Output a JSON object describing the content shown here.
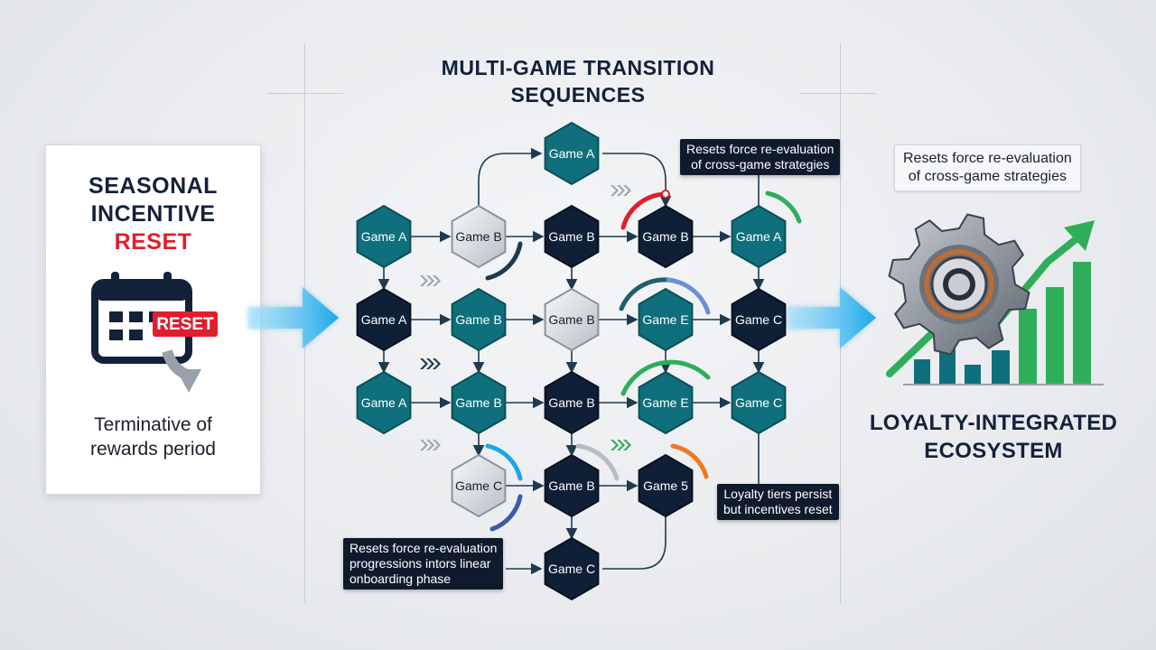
{
  "headline": {
    "line1": "MULTI-GAME TRANSITION",
    "line2": "SEQUENCES"
  },
  "left_card": {
    "title_line1": "SEASONAL",
    "title_line2": "INCENTIVE",
    "title_line3": "RESET",
    "badge": "RESET",
    "caption_line1": "Terminative of",
    "caption_line2": "rewards period"
  },
  "right_panel": {
    "note_line1": "Resets force re-evaluation",
    "note_line2": "of cross-game strategies",
    "title_line1": "LOYALTY-INTEGRATED",
    "title_line2": "ECOSYSTEM"
  },
  "callouts": {
    "top": {
      "line1": "Resets force re-evaluation",
      "line2": "of cross-game strategies"
    },
    "mid_right": {
      "line1": "Loyalty tiers persist",
      "line2": "but incentives reset"
    },
    "bottom_left": {
      "line1": "Resets force re-evaluation",
      "line2": "progressions intors linear",
      "line3": "onboarding phase"
    }
  },
  "colors": {
    "teal": "#0f6f7c",
    "navy": "#0f1f36",
    "silver": "#d6d9de",
    "accent_red": "#e11d2e",
    "accent_green": "#2fae5a",
    "accent_blue": "#1aa7e8"
  },
  "icons": [
    "calendar-icon",
    "reset-arrow-icon",
    "gear-icon",
    "growth-chart-icon"
  ],
  "nodes": [
    {
      "id": "a1",
      "label": "Game A",
      "style": "teal"
    },
    {
      "id": "b1",
      "label": "Game B",
      "style": "silver"
    },
    {
      "id": "b2",
      "label": "Game B",
      "style": "navy"
    },
    {
      "id": "top",
      "label": "Game A",
      "style": "teal"
    },
    {
      "id": "b3",
      "label": "Game B",
      "style": "navy"
    },
    {
      "id": "a2",
      "label": "Game A",
      "style": "teal"
    },
    {
      "id": "a3",
      "label": "Game A",
      "style": "navy"
    },
    {
      "id": "b4",
      "label": "Game B",
      "style": "teal"
    },
    {
      "id": "b5",
      "label": "Game B",
      "style": "silver"
    },
    {
      "id": "e1",
      "label": "Game E",
      "style": "teal"
    },
    {
      "id": "c1",
      "label": "Game C",
      "style": "navy"
    },
    {
      "id": "a4",
      "label": "Game A",
      "style": "teal"
    },
    {
      "id": "b6",
      "label": "Game B",
      "style": "teal"
    },
    {
      "id": "b7",
      "label": "Game B",
      "style": "navy"
    },
    {
      "id": "e2",
      "label": "Game E",
      "style": "teal"
    },
    {
      "id": "c2",
      "label": "Game C",
      "style": "teal"
    },
    {
      "id": "c3",
      "label": "Game C",
      "style": "silver"
    },
    {
      "id": "b8",
      "label": "Game B",
      "style": "navy"
    },
    {
      "id": "s1",
      "label": "Game 5",
      "style": "navy"
    },
    {
      "id": "c4",
      "label": "Game C",
      "style": "navy"
    }
  ]
}
